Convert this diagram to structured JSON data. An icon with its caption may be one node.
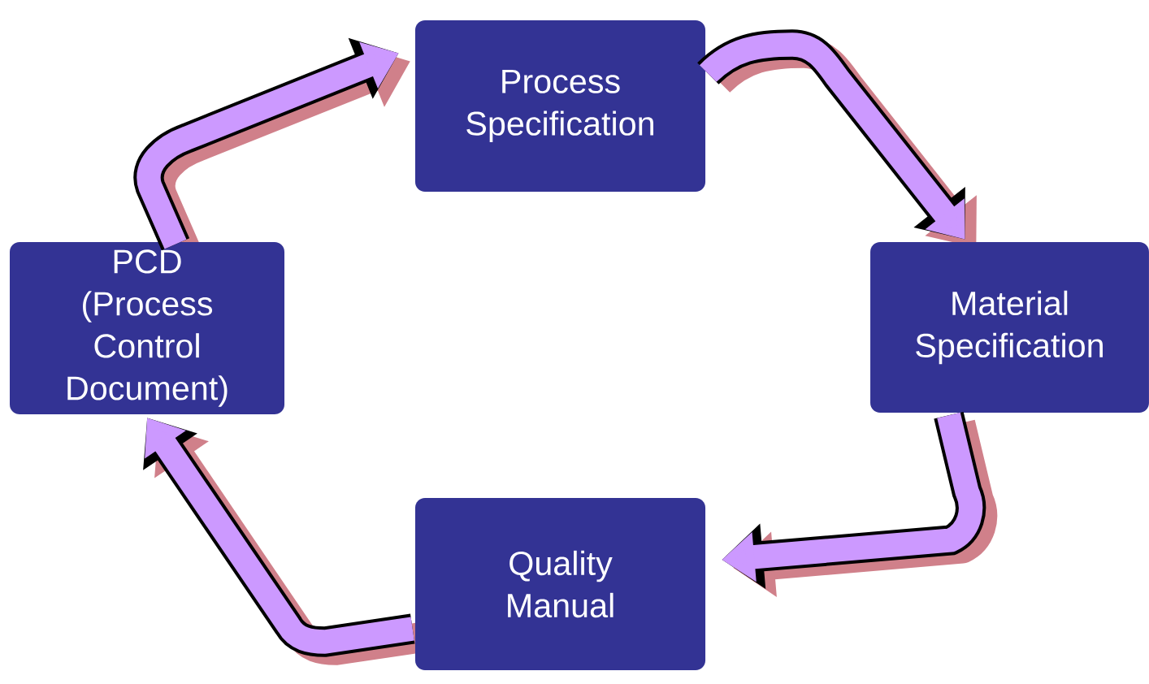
{
  "diagram": {
    "nodes": [
      {
        "text": [
          "Process Specification"
        ]
      },
      {
        "text": [
          "Material Specification"
        ]
      },
      {
        "text": [
          "Quality Manual"
        ]
      },
      {
        "text": [
          "PCD (Process Control Document)"
        ]
      }
    ],
    "edges": [
      {
        "from": 0,
        "to": 1,
        "arrow": "to"
      },
      {
        "from": 1,
        "to": 2,
        "arrow": "to"
      },
      {
        "from": 2,
        "to": 3,
        "arrow": "to"
      },
      {
        "from": 3,
        "to": 0,
        "arrow": "to"
      }
    ]
  }
}
